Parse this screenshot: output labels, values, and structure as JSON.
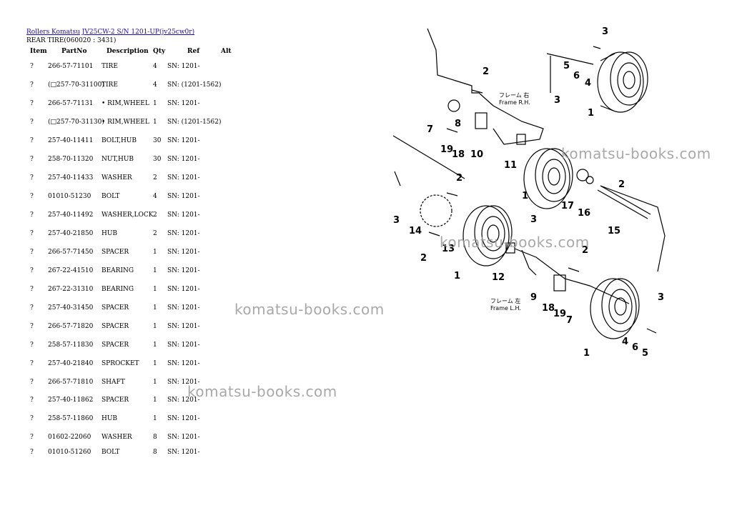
{
  "breadcrumb": {
    "link1": "Rollers Komatsu",
    "link2": "JV25CW-2 S/N 1201-UP(jv25cw0r)"
  },
  "subtitle": "REAR TIRE(060020 : 3431)",
  "columns": [
    "Item",
    "PartNo",
    "Description",
    "Qty",
    "Ref",
    "Alt"
  ],
  "rows": [
    {
      "item": "?",
      "partno": "266-57-71101",
      "desc": "TIRE",
      "qty": "4",
      "ref": "SN: 1201-"
    },
    {
      "item": "?",
      "partno": "(□257-70-31100)",
      "desc": "TIRE",
      "qty": "4",
      "ref": "SN: (1201-1562)"
    },
    {
      "item": "?",
      "partno": "266-57-71131",
      "desc": "• RIM,WHEEL",
      "qty": "1",
      "ref": "SN: 1201-"
    },
    {
      "item": "?",
      "partno": "(□257-70-31130)",
      "desc": "• RIM,WHEEL",
      "qty": "1",
      "ref": "SN: (1201-1562)"
    },
    {
      "item": "?",
      "partno": "257-40-11411",
      "desc": "BOLT,HUB",
      "qty": "30",
      "ref": "SN: 1201-"
    },
    {
      "item": "?",
      "partno": "258-70-11320",
      "desc": "NUT,HUB",
      "qty": "30",
      "ref": "SN: 1201-"
    },
    {
      "item": "?",
      "partno": "257-40-11433",
      "desc": "WASHER",
      "qty": "2",
      "ref": "SN: 1201-"
    },
    {
      "item": "?",
      "partno": "01010-51230",
      "desc": "BOLT",
      "qty": "4",
      "ref": "SN: 1201-"
    },
    {
      "item": "?",
      "partno": "257-40-11492",
      "desc": "WASHER,LOCK",
      "qty": "2",
      "ref": "SN: 1201-"
    },
    {
      "item": "?",
      "partno": "257-40-21850",
      "desc": "HUB",
      "qty": "2",
      "ref": "SN: 1201-"
    },
    {
      "item": "?",
      "partno": "266-57-71450",
      "desc": "SPACER",
      "qty": "1",
      "ref": "SN: 1201-"
    },
    {
      "item": "?",
      "partno": "267-22-41510",
      "desc": "BEARING",
      "qty": "1",
      "ref": "SN: 1201-"
    },
    {
      "item": "?",
      "partno": "267-22-31310",
      "desc": "BEARING",
      "qty": "1",
      "ref": "SN: 1201-"
    },
    {
      "item": "?",
      "partno": "257-40-31450",
      "desc": "SPACER",
      "qty": "1",
      "ref": "SN: 1201-"
    },
    {
      "item": "?",
      "partno": "266-57-71820",
      "desc": "SPACER",
      "qty": "1",
      "ref": "SN: 1201-"
    },
    {
      "item": "?",
      "partno": "258-57-11830",
      "desc": "SPACER",
      "qty": "1",
      "ref": "SN: 1201-"
    },
    {
      "item": "?",
      "partno": "257-40-21840",
      "desc": "SPROCKET",
      "qty": "1",
      "ref": "SN: 1201-"
    },
    {
      "item": "?",
      "partno": "266-57-71810",
      "desc": "SHAFT",
      "qty": "1",
      "ref": "SN: 1201-"
    },
    {
      "item": "?",
      "partno": "257-40-11862",
      "desc": "SPACER",
      "qty": "1",
      "ref": "SN: 1201-"
    },
    {
      "item": "?",
      "partno": "258-57-11860",
      "desc": "HUB",
      "qty": "1",
      "ref": "SN: 1201-"
    },
    {
      "item": "?",
      "partno": "01602-22060",
      "desc": "WASHER",
      "qty": "8",
      "ref": "SN: 1201-"
    },
    {
      "item": "?",
      "partno": "01010-51260",
      "desc": "BOLT",
      "qty": "8",
      "ref": "SN: 1201-"
    }
  ],
  "watermark": "komatsu-books.com",
  "diagram": {
    "frame_rh_jp": "フレーム 右",
    "frame_rh": "Frame R.H.",
    "frame_lh_jp": "フレーム 左",
    "frame_lh": "Frame L.H.",
    "callouts": [
      "1",
      "2",
      "3",
      "4",
      "5",
      "6",
      "7",
      "8",
      "9",
      "10",
      "11",
      "12",
      "13",
      "14",
      "15",
      "16",
      "17",
      "18",
      "19"
    ]
  }
}
